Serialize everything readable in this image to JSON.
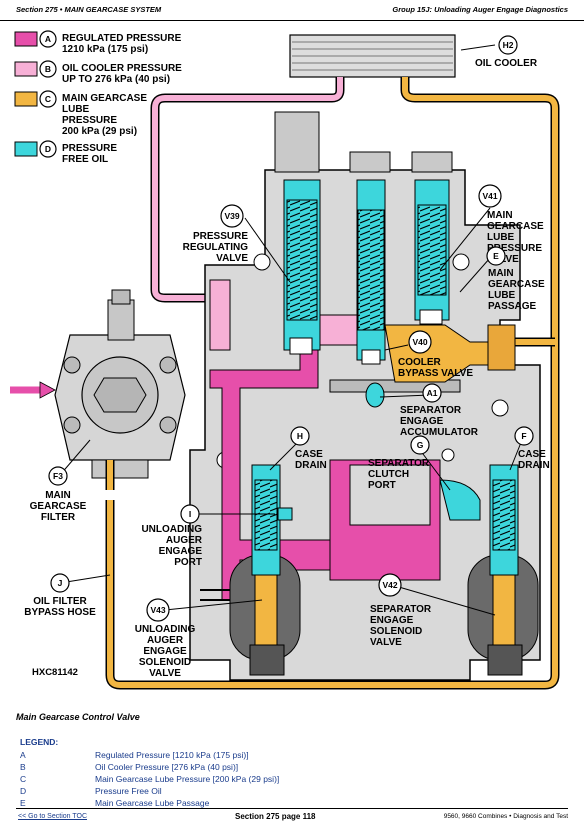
{
  "header": {
    "left": "Section 275 • MAIN GEARCASE SYSTEM",
    "right": "Group 15J: Unloading Auger Engage Diagnostics"
  },
  "key_legend": [
    {
      "letter": "A",
      "color": "#e64faa",
      "lines": [
        "REGULATED PRESSURE",
        "1210 kPa (175 psi)"
      ]
    },
    {
      "letter": "B",
      "color": "#f7b0d6",
      "lines": [
        "OIL COOLER PRESSURE",
        "UP TO 276 kPa (40 psi)"
      ]
    },
    {
      "letter": "C",
      "color": "#f2b642",
      "lines": [
        "MAIN GEARCASE",
        "LUBE",
        "PRESSURE",
        "200 kPa (29 psi)"
      ]
    },
    {
      "letter": "D",
      "color": "#3dd6dc",
      "lines": [
        "PRESSURE",
        "FREE OIL"
      ]
    }
  ],
  "callouts": {
    "h2": {
      "id": "H2",
      "lines": [
        "OIL COOLER"
      ]
    },
    "v41": {
      "id": "V41",
      "lines": [
        "MAIN",
        "GEARCASE",
        "LUBE",
        "PRESSURE",
        "VALVE"
      ]
    },
    "v39": {
      "id": "V39",
      "lines": [
        "PRESSURE",
        "REGULATING",
        "VALVE"
      ]
    },
    "e": {
      "id": "E",
      "lines": [
        "MAIN",
        "GEARCASE",
        "LUBE",
        "PASSAGE"
      ]
    },
    "v40": {
      "id": "V40",
      "lines": [
        "COOLER",
        "BYPASS VALVE"
      ]
    },
    "a1": {
      "id": "A1",
      "lines": [
        "SEPARATOR",
        "ENGAGE",
        "ACCUMULATOR"
      ]
    },
    "h": {
      "id": "H",
      "lines": [
        "CASE",
        "DRAIN"
      ]
    },
    "g": {
      "id": "G",
      "lines": [
        "SEPARATOR",
        "CLUTCH",
        "PORT"
      ]
    },
    "f": {
      "id": "F",
      "lines": [
        "CASE",
        "DRAIN"
      ]
    },
    "f3": {
      "id": "F3",
      "lines": [
        "MAIN",
        "GEARCASE",
        "FILTER"
      ]
    },
    "i": {
      "id": "I",
      "lines": [
        "UNLOADING",
        "AUGER",
        "ENGAGE",
        "PORT"
      ]
    },
    "j": {
      "id": "J",
      "lines": [
        "OIL FILTER",
        "BYPASS HOSE"
      ]
    },
    "v42": {
      "id": "V42",
      "lines": [
        "SEPARATOR",
        "ENGAGE",
        "SOLENOID",
        "VALVE"
      ]
    },
    "v43": {
      "id": "V43",
      "lines": [
        "UNLOADING",
        "AUGER",
        "ENGAGE",
        "SOLENOID",
        "VALVE"
      ]
    }
  },
  "figure_id": "HXC81142",
  "caption": "Main Gearcase Control Valve",
  "legend": {
    "title": "LEGEND:",
    "rows": [
      {
        "key": "A",
        "value": "Regulated Pressure [1210 kPa (175 psi)]"
      },
      {
        "key": "B",
        "value": "Oil Cooler Pressure [276 kPa (40 psi)]"
      },
      {
        "key": "C",
        "value": "Main Gearcase Lube Pressure [200 kPa (29 psi)]"
      },
      {
        "key": "D",
        "value": "Pressure Free Oil"
      },
      {
        "key": "E",
        "value": "Main Gearcase Lube Passage"
      }
    ]
  },
  "footer": {
    "left": "<< Go to Section TOC",
    "center": "Section 275 page 118",
    "right": "9560, 9660 Combines • Diagnosis and Test"
  }
}
